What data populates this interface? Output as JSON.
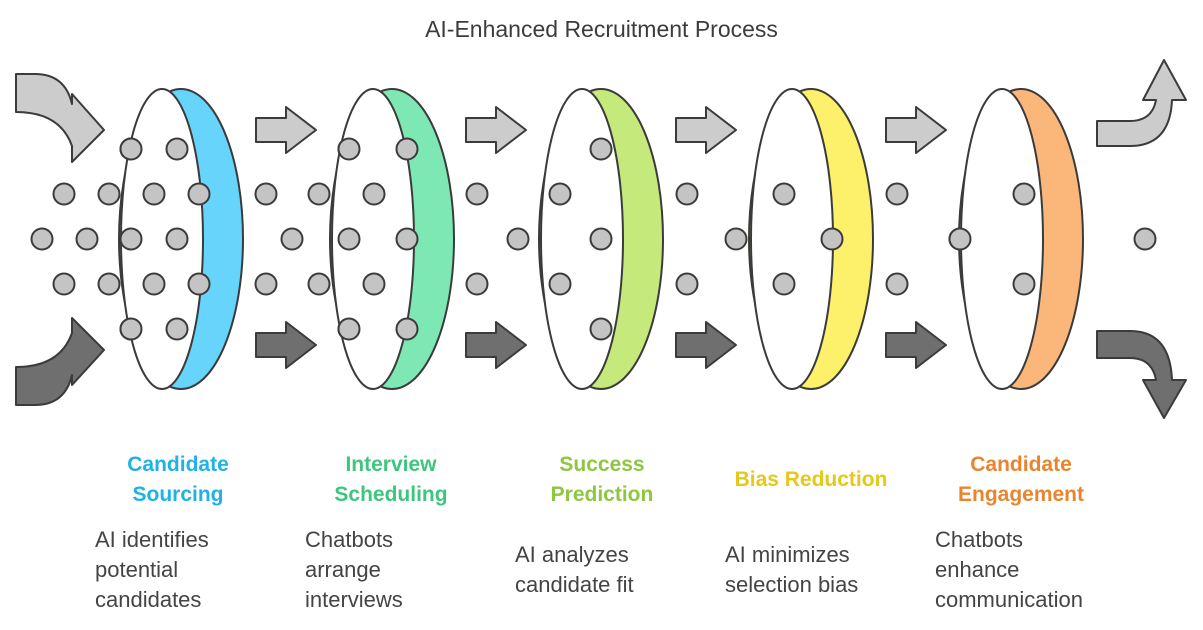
{
  "title": "AI-Enhanced Recruitment Process",
  "stages": [
    {
      "label": "Candidate Sourcing",
      "label_lines": [
        "Candidate",
        "Sourcing"
      ],
      "description": "AI identifies potential candidates",
      "desc_lines": [
        "AI identifies",
        "potential",
        "candidates"
      ],
      "color": "#1fb2e6",
      "ring_fill": "#66d4fb",
      "ring_inner": "#3cc0ef"
    },
    {
      "label": "Interview Scheduling",
      "label_lines": [
        "Interview",
        "Scheduling"
      ],
      "description": "Chatbots arrange interviews",
      "desc_lines": [
        "Chatbots",
        "arrange",
        "interviews"
      ],
      "color": "#3ec67f",
      "ring_fill": "#7ee8b5",
      "ring_inner": "#52d596"
    },
    {
      "label": "Success Prediction",
      "label_lines": [
        "Success",
        "Prediction"
      ],
      "description": "AI analyzes candidate fit",
      "desc_lines": [
        "AI analyzes",
        "candidate fit"
      ],
      "color": "#8dc63f",
      "ring_fill": "#c5e97a",
      "ring_inner": "#a9d95a"
    },
    {
      "label": "Bias Reduction",
      "label_lines": [
        "Bias Reduction"
      ],
      "description": "AI minimizes selection bias",
      "desc_lines": [
        "AI minimizes",
        "selection bias"
      ],
      "color": "#e6c818",
      "ring_fill": "#fdf06a",
      "ring_inner": "#f2dc3c"
    },
    {
      "label": "Candidate Engagement",
      "label_lines": [
        "Candidate",
        "Engagement"
      ],
      "description": "Chatbots enhance communication",
      "desc_lines": [
        "Chatbots",
        "enhance",
        "communication"
      ],
      "color": "#e9852f",
      "ring_fill": "#fbb77a",
      "ring_inner": "#f29a50"
    }
  ],
  "colors": {
    "arrow_light": "#cccccc",
    "arrow_dark": "#6f6f6f",
    "dot": "#c4c4c4",
    "stroke": "#3b3b3b"
  }
}
